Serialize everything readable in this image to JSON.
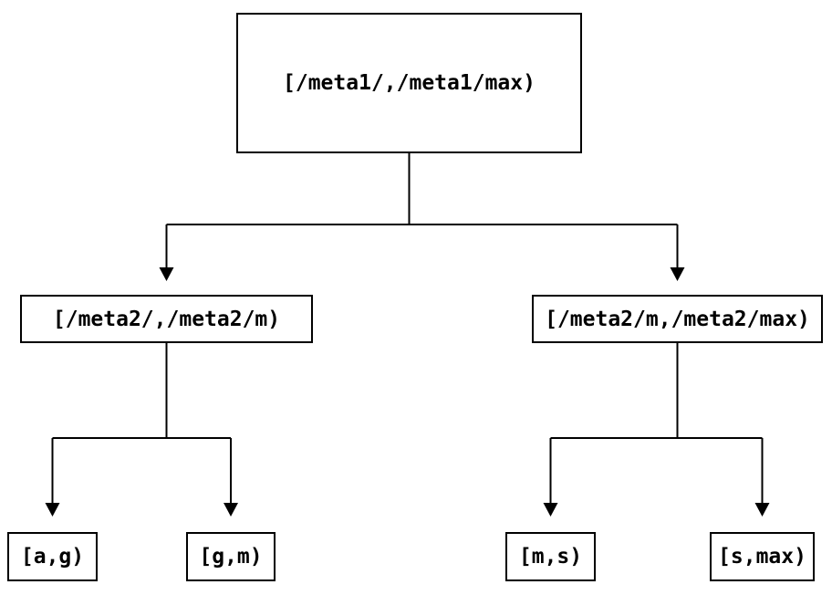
{
  "diagram": {
    "type": "binary-range-partition-tree",
    "colors": {
      "background": "#ffffff",
      "line": "#000000",
      "text": "#000000",
      "node_fill": "#ffffff"
    },
    "tree": {
      "label": "[/meta1/,/meta1/max)",
      "children": [
        {
          "label": "[/meta2/,/meta2/m)",
          "children": [
            {
              "label": "[a,g)"
            },
            {
              "label": "[g,m)"
            }
          ]
        },
        {
          "label": "[/meta2/m,/meta2/max)",
          "children": [
            {
              "label": "[m,s)"
            },
            {
              "label": "[s,max)"
            }
          ]
        }
      ]
    }
  }
}
